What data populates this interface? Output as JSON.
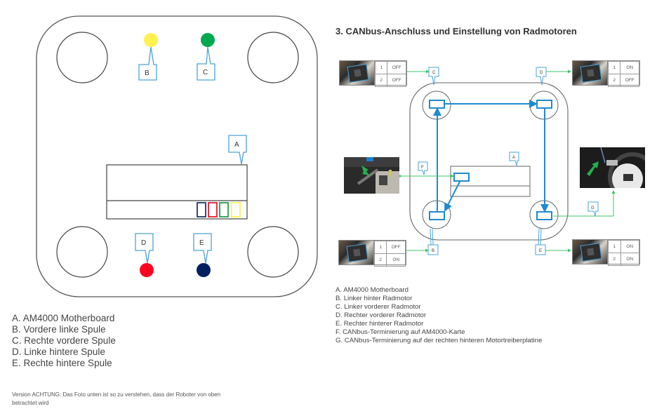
{
  "left_diagram": {
    "callouts": [
      "A",
      "B",
      "C",
      "D",
      "E"
    ],
    "coil_colors": {
      "B": "#fff250",
      "C": "#00a850",
      "D": "#ff0020",
      "E": "#002060"
    },
    "connector_colors": [
      "#1f3864",
      "#e8192c",
      "#22a04b",
      "#fff250"
    ],
    "callout_color": "#4aa3d8",
    "legend": [
      "A. AM4000 Motherboard",
      "B. Vordere linke Spule",
      "C. Rechte vordere Spule",
      "D. Linke hintere Spule",
      "E. Rechte hintere Spule"
    ],
    "note": "Version ACHTUNG: Das Foto unten ist so zu verstehen, dass der Roboter von oben betrachtet wird"
  },
  "right_diagram": {
    "title": "3.  CANbus-Anschluss und Einstellung von Radmotoren",
    "callouts": [
      "A",
      "B",
      "C",
      "D",
      "E",
      "F",
      "G"
    ],
    "bus_color": "#1f8ad0",
    "link_color": "#3cc46a",
    "dip_switches": {
      "C": {
        "rows": [
          {
            "pin": "1",
            "state": "OFF"
          },
          {
            "pin": "2",
            "state": "OFF"
          }
        ]
      },
      "D": {
        "rows": [
          {
            "pin": "1",
            "state": "ON"
          },
          {
            "pin": "2",
            "state": "OFF"
          }
        ]
      },
      "B": {
        "rows": [
          {
            "pin": "1",
            "state": "OFF"
          },
          {
            "pin": "2",
            "state": "ON"
          }
        ]
      },
      "E": {
        "rows": [
          {
            "pin": "1",
            "state": "ON"
          },
          {
            "pin": "2",
            "state": "ON"
          }
        ]
      }
    },
    "legend": [
      "A. AM4000 Motherboard",
      "B. Linker hinter Radmotor",
      "C. Linker vorderer Radmotor",
      "D. Rechter vorderer Radmotor",
      "E. Rechter hinterer Radmotor",
      "F. CANbus-Terminierung auf AM4000-Karte",
      "G. CANbus-Terminierung auf der rechten hinteren Motortreiberplatine"
    ]
  }
}
